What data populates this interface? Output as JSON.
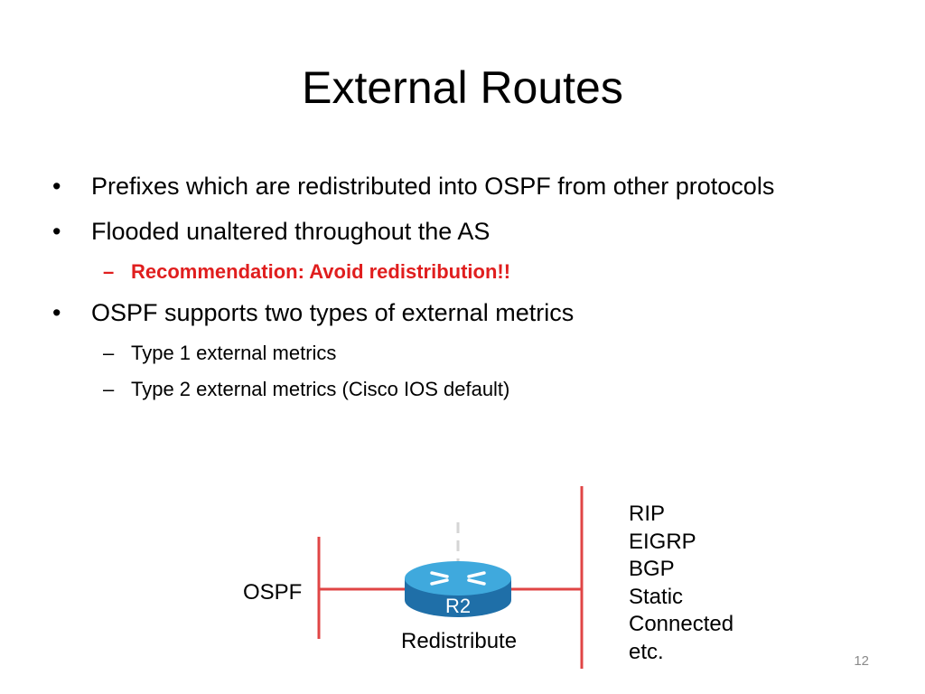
{
  "slide": {
    "title": "External Routes",
    "bullets": [
      {
        "text": "Prefixes which are redistributed into OSPF from other protocols"
      },
      {
        "text": "Flooded unaltered throughout the AS"
      },
      {
        "text": "OSPF supports two types of external metrics"
      }
    ],
    "sub_bullets": [
      {
        "text": "Recommendation: Avoid redistribution!!"
      },
      {
        "text": "Type 1 external metrics"
      },
      {
        "text": "Type 2 external metrics (Cisco IOS default)"
      }
    ],
    "bullet_glyph": "•",
    "dash_glyph": "–",
    "page_number": "12"
  },
  "diagram": {
    "ospf_label": "OSPF",
    "router_label": "R2",
    "redistribute_label": "Redistribute",
    "external_protocols": [
      "RIP",
      "EIGRP",
      "BGP",
      "Static",
      "Connected",
      "etc."
    ],
    "colors": {
      "lines": "#e04545",
      "router_top": "#3fa9dd",
      "router_side": "#1f6fa8",
      "router_arrows": "#ffffff",
      "emphasis": "#e01e1e"
    },
    "router_icon": "router-icon"
  }
}
